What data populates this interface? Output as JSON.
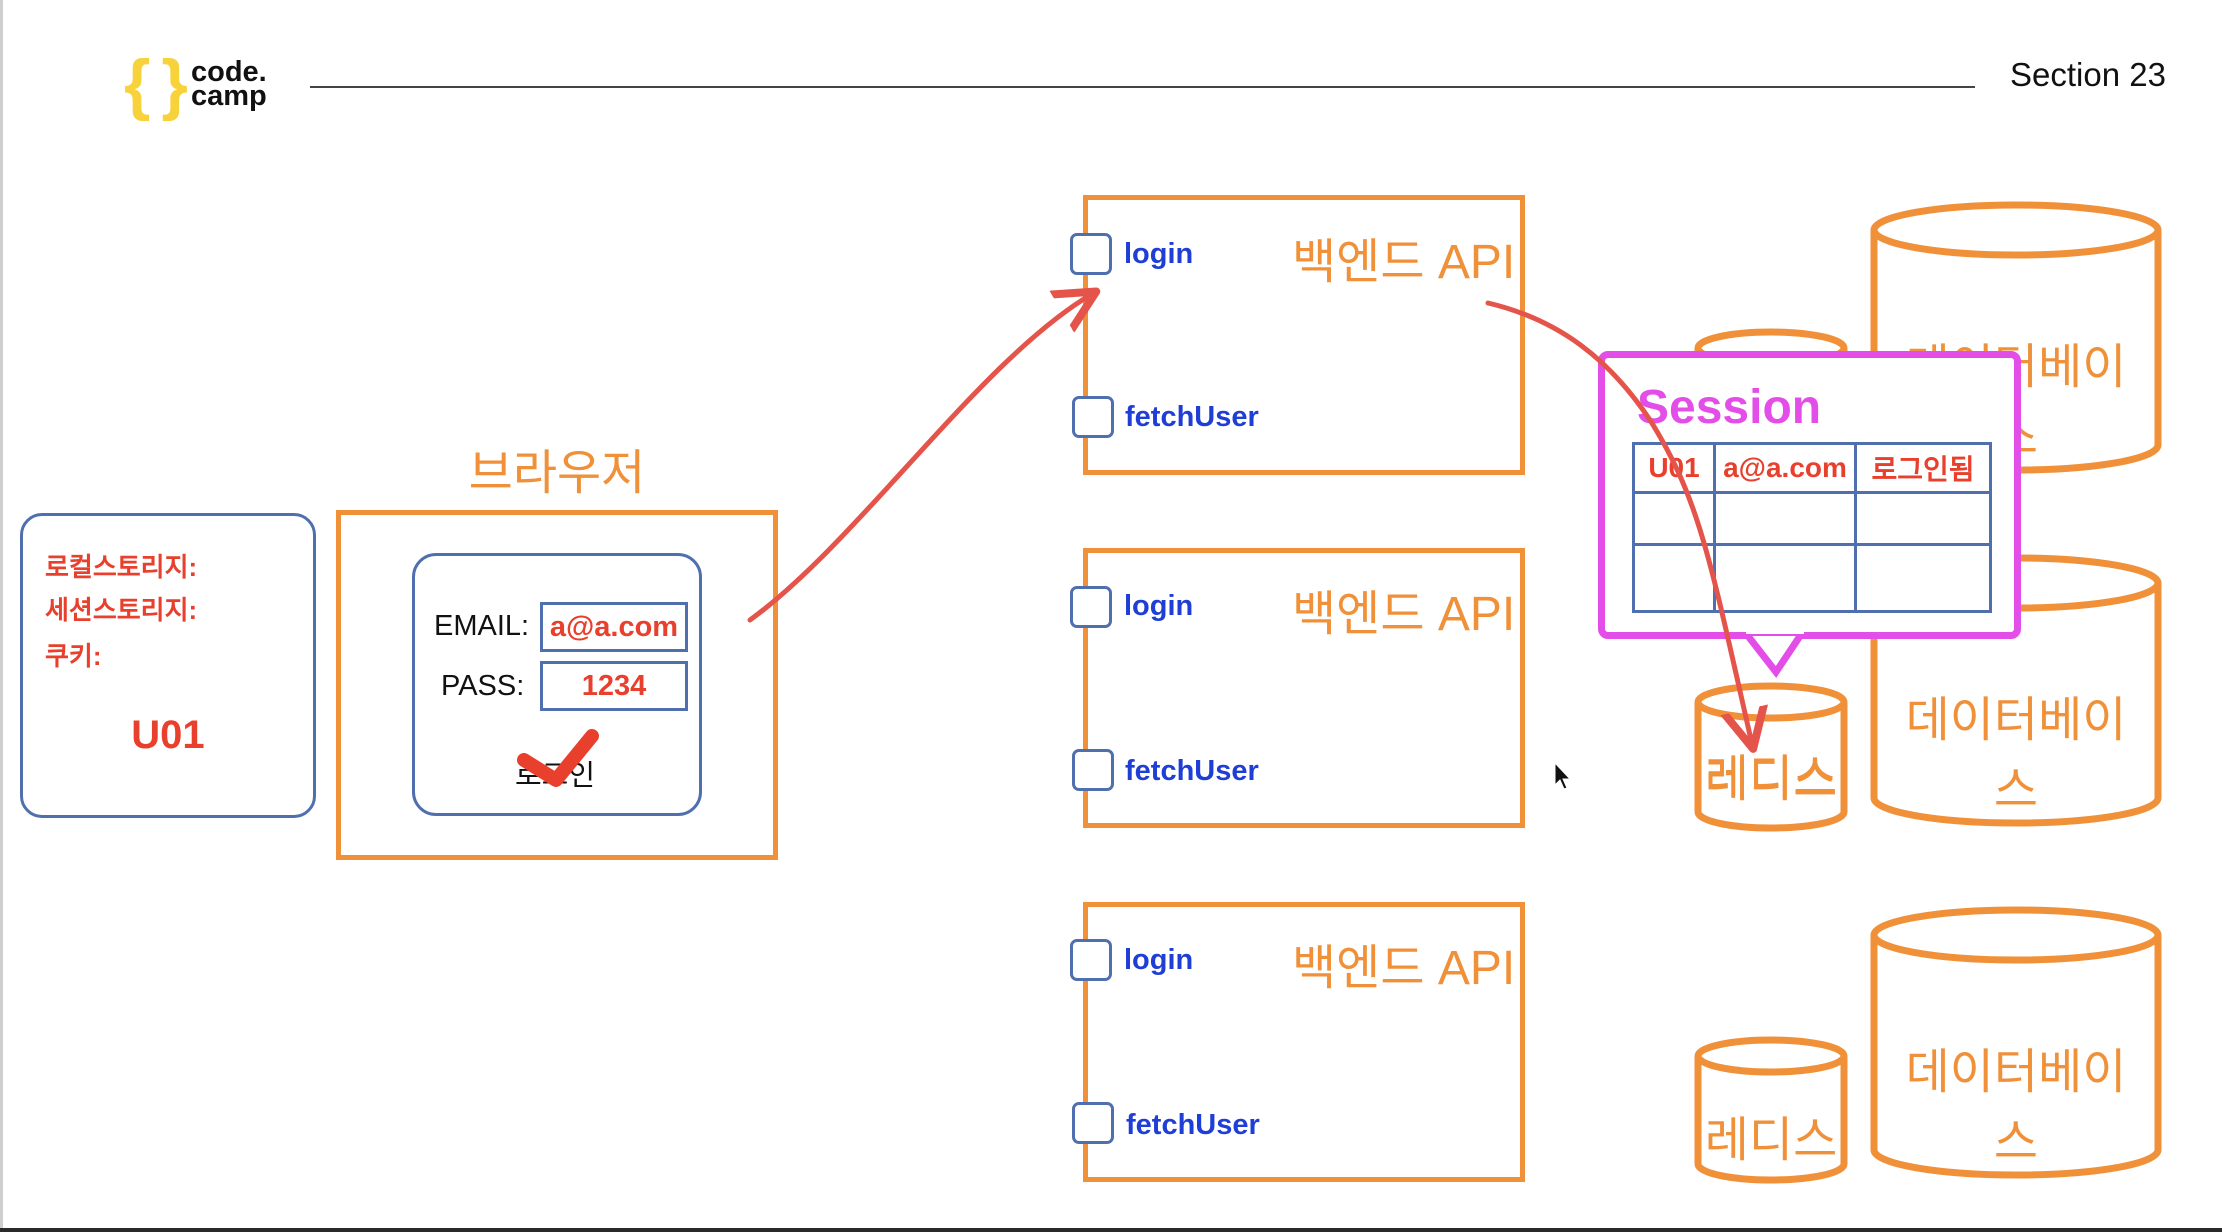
{
  "header": {
    "logo": {
      "braces": "{ }",
      "line1": "code.",
      "line2": "camp"
    },
    "section": "Section 23"
  },
  "storage": {
    "local_storage": "로컬스토리지:",
    "session_storage": "세션스토리지:",
    "cookie": "쿠키:",
    "value": "U01"
  },
  "browser": {
    "title": "브라우저",
    "email_label": "EMAIL:",
    "email_value": "a@a.com",
    "pass_label": "PASS:",
    "pass_value": "1234",
    "login_button": "로그인",
    "check_icon": "checkmark-icon"
  },
  "backend_apis": [
    {
      "title": "백엔드 API",
      "ports": [
        "login",
        "fetchUser"
      ]
    },
    {
      "title": "백엔드 API",
      "ports": [
        "login",
        "fetchUser"
      ]
    },
    {
      "title": "백엔드 API",
      "ports": [
        "login",
        "fetchUser"
      ]
    }
  ],
  "databases": [
    "데이터베이스",
    "데이터베이스",
    "데이터베이스"
  ],
  "redis": [
    "레디스",
    "레디스",
    "레디스"
  ],
  "session": {
    "title": "Session",
    "rows": [
      [
        "U01",
        "a@a.com",
        "로그인됨"
      ],
      [
        "",
        "",
        ""
      ],
      [
        "",
        "",
        ""
      ]
    ]
  },
  "colors": {
    "orange": "#f0913a",
    "red": "#e8402c",
    "blue_border": "#4f6fae",
    "blue_text": "#1f3ed6",
    "magenta": "#e34ee8",
    "logo_yellow": "#f7d23a"
  }
}
